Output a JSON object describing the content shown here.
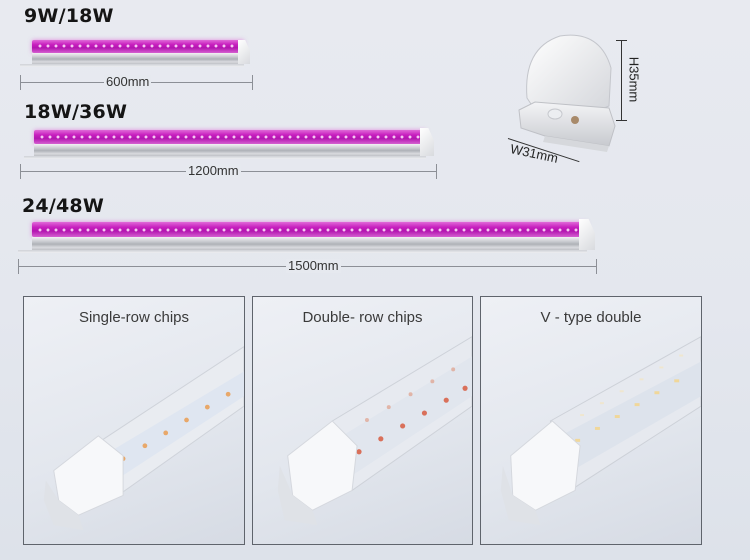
{
  "products": [
    {
      "wattage": "9W/18W",
      "length_label": "600mm"
    },
    {
      "wattage": "18W/36W",
      "length_label": "1200mm"
    },
    {
      "wattage": "24/48W",
      "length_label": "1500mm"
    }
  ],
  "end_cap": {
    "height_label": "H35mm",
    "width_label": "W31mm"
  },
  "chip_panels": [
    {
      "title": "Single-row chips",
      "led_color": "#e8a86a"
    },
    {
      "title": "Double- row chips",
      "led_color": "#d9705a"
    },
    {
      "title": "V - type double",
      "led_color": "#f0d79a"
    }
  ],
  "colors": {
    "grow_light_purple": "#c81fbf",
    "background": "#e6e9ef",
    "panel_border": "#5f646c"
  }
}
